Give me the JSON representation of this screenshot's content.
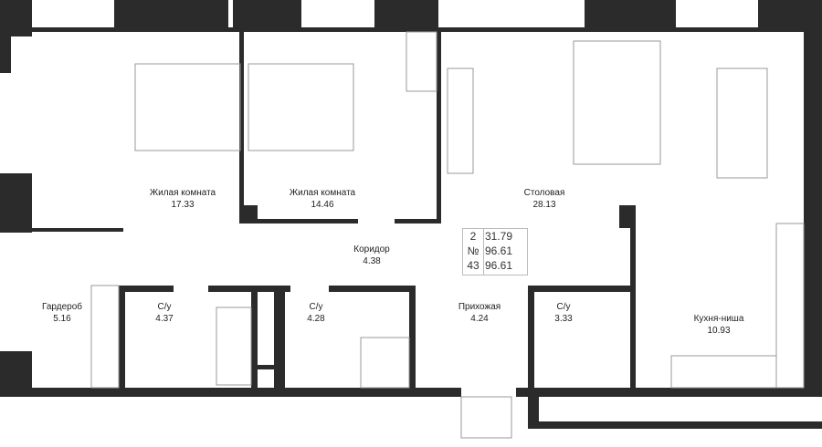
{
  "rooms": [
    {
      "name": "Жилая комната",
      "area": "17.33"
    },
    {
      "name": "Жилая комната",
      "area": "14.46"
    },
    {
      "name": "Столовая",
      "area": "28.13"
    },
    {
      "name": "Коридор",
      "area": "4.38"
    },
    {
      "name": "Гардероб",
      "area": "5.16"
    },
    {
      "name": "С/у",
      "area": "4.37"
    },
    {
      "name": "С/у",
      "area": "4.28"
    },
    {
      "name": "Прихожая",
      "area": "4.24"
    },
    {
      "name": "С/у",
      "area": "3.33"
    },
    {
      "name": "Кухня-ниша",
      "area": "10.93"
    }
  ],
  "info": {
    "rooms_count": "2",
    "no_label": "№",
    "number": "43",
    "living_area": "31.79",
    "total_area": "96.61",
    "total_area2": "96.61"
  },
  "colors": {
    "wall": "#2b2b2b",
    "furniture": "#9a9a9a"
  }
}
